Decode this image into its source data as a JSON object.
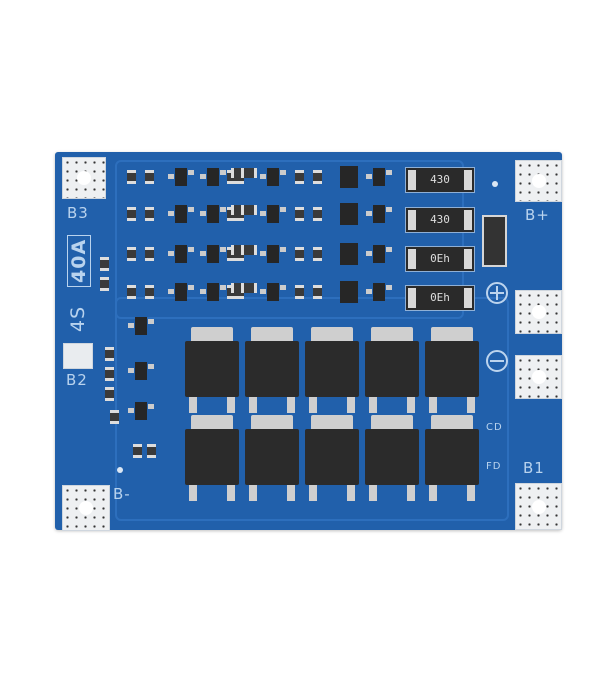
{
  "product": {
    "silkscreen": {
      "b3": "B3",
      "rating_current": "40A",
      "cell_config": "4S",
      "b2": "B2",
      "b_minus": "B-",
      "b_plus": "B+",
      "b1": "B1",
      "cd": "CD",
      "fd": "FD"
    },
    "shunt_resistors": [
      "430",
      "430",
      "0Eh",
      "0Eh"
    ],
    "board_color": "#2160ab",
    "mosfet_count": 10
  }
}
